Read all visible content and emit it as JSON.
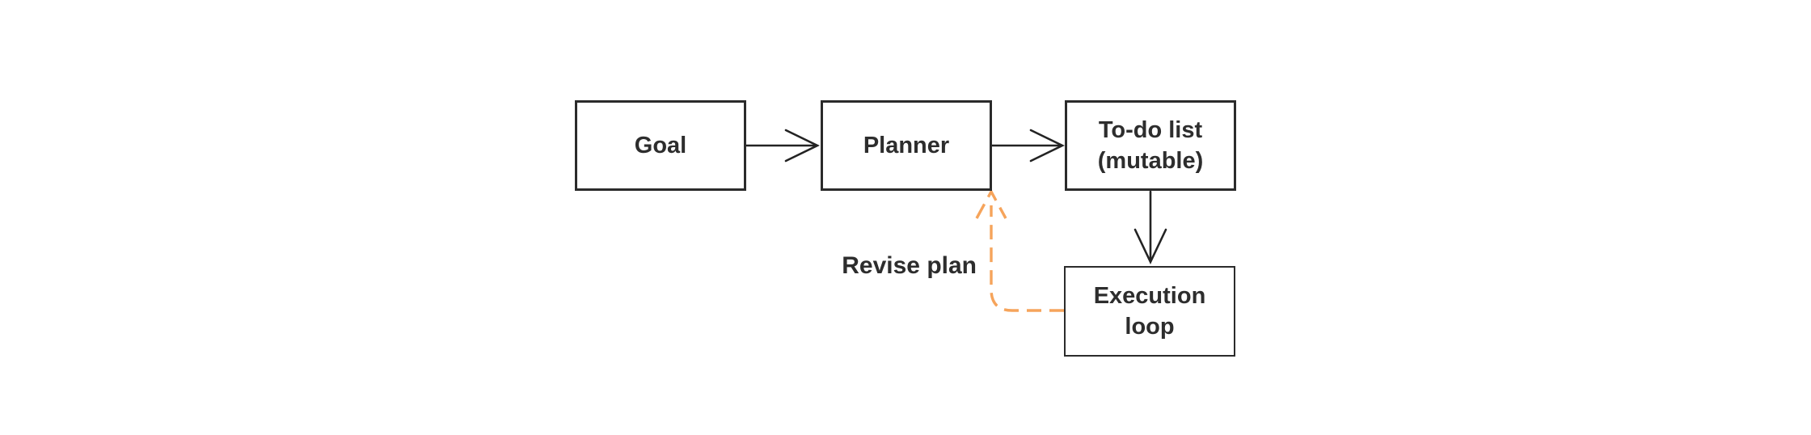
{
  "diagram": {
    "nodes": [
      {
        "id": "goal",
        "label": "Goal"
      },
      {
        "id": "planner",
        "label": "Planner"
      },
      {
        "id": "todo-list",
        "label": "To-do list\n(mutable)"
      },
      {
        "id": "execution-loop",
        "label": "Execution\nloop"
      }
    ],
    "edges": [
      {
        "id": "goal-to-planner",
        "from": "Goal",
        "to": "Planner",
        "style": "solid-arrow"
      },
      {
        "id": "planner-to-todo",
        "from": "Planner",
        "to": "To-do list (mutable)",
        "style": "solid-arrow"
      },
      {
        "id": "todo-to-execution",
        "from": "To-do list (mutable)",
        "to": "Execution loop",
        "style": "solid-arrow"
      },
      {
        "id": "execution-to-planner",
        "from": "Execution loop",
        "to": "Planner",
        "style": "dashed-arrow",
        "label": "Revise plan"
      }
    ],
    "colors": {
      "background": "#ffffff",
      "node_fill": "#ffffff",
      "node_border": "#2b2b2b",
      "arrow": "#232323",
      "feedback_arrow": "#f6a45b",
      "text": "#2d2d2d"
    }
  }
}
